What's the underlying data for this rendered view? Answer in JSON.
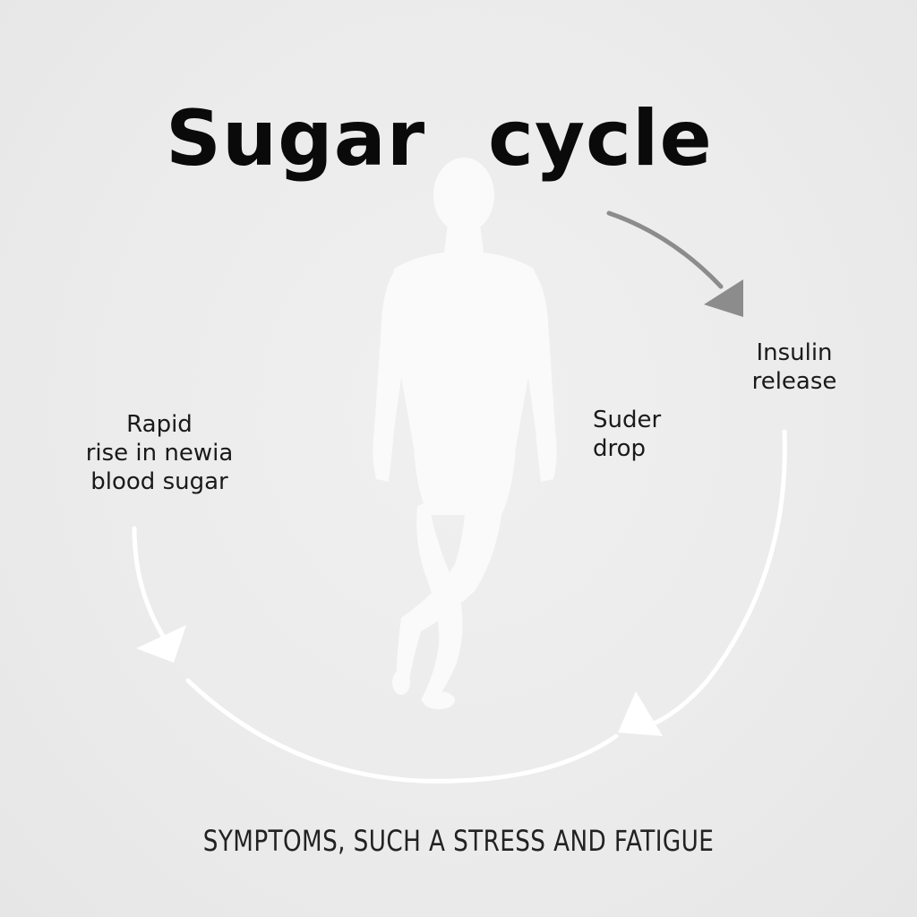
{
  "title": {
    "word_left": "Sugar",
    "word_right": "cycle"
  },
  "labels": {
    "rapid_rise": [
      "Rapid",
      "rise in newia",
      "blood sugar"
    ],
    "insulin": [
      "Insulin",
      "release"
    ],
    "sudden_drop": [
      "Suder",
      "drop"
    ]
  },
  "caption": "SYMPTOMS, SUCH A STRESS AND FATIGUE",
  "colors": {
    "background": "#ececec",
    "text": "#0a0a0a",
    "arrow_gray": "#8c8c8c",
    "arrow_white": "#ffffff",
    "figure": "#fafafa"
  },
  "icons": {
    "figure": "human-silhouette-icon",
    "arrows": "cycle-arrow-icon"
  }
}
